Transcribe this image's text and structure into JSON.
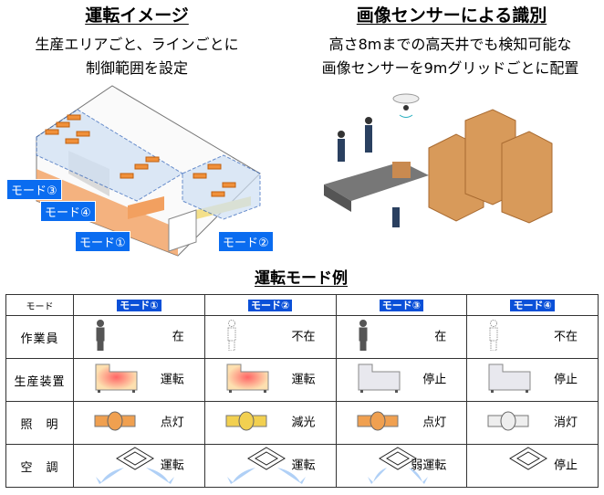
{
  "left": {
    "title": "運転イメージ",
    "subtitle": [
      "生産エリアごと、ラインごとに",
      "制御範囲を設定"
    ],
    "tags": [
      "モード③",
      "モード④",
      "モード①",
      "モード②"
    ]
  },
  "right": {
    "title": "画像センサーによる識別",
    "subtitle": [
      "高さ8mまでの高天井でも検知可能な",
      "画像センサーを9mグリッドごとに配置"
    ]
  },
  "table": {
    "title": "運転モード例",
    "corner": "モード",
    "modes": [
      "モード①",
      "モード②",
      "モード③",
      "モード④"
    ],
    "rows": [
      {
        "label": "作業員",
        "icon": "worker-icon",
        "values": [
          "在",
          "不在",
          "在",
          "不在"
        ]
      },
      {
        "label": "生産装置",
        "icon": "machine-icon",
        "values": [
          "運転",
          "運転",
          "停止",
          "停止"
        ]
      },
      {
        "label": "照　明",
        "icon": "light-icon",
        "values": [
          "点灯",
          "減光",
          "点灯",
          "消灯"
        ]
      },
      {
        "label": "空　調",
        "icon": "aircon-icon",
        "values": [
          "運転",
          "運転",
          "弱運転",
          "停止"
        ]
      }
    ]
  },
  "colors": {
    "tag": "#0a6cf0",
    "active": "#f0a050",
    "dim": "#f0d050",
    "off": "#e6e6ea"
  }
}
